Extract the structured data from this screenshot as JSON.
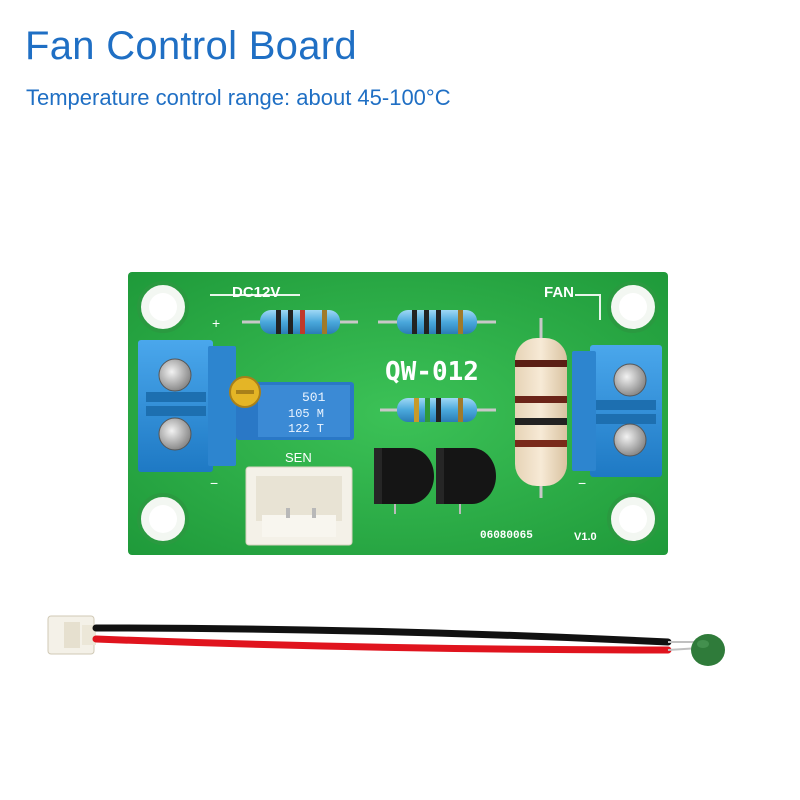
{
  "header": {
    "title": "Fan Control Board",
    "subtitle": "Temperature control range: about 45-100°C"
  },
  "board": {
    "silkscreen_power": "DC12V",
    "silkscreen_fan": "FAN",
    "model": "QW-012",
    "sensor_label": "SEN",
    "serial": "06080065",
    "version": "V1.0",
    "trimmer_line1": "501",
    "trimmer_line2": "105 M",
    "trimmer_line3": "122 T",
    "plus_sign": "+",
    "minus_sign": "−"
  },
  "colors": {
    "title": "#1f6fc4",
    "pcb": "#2fb34a",
    "terminal": "#2f8fd8",
    "wire_red": "#e0141e",
    "wire_black": "#111111",
    "thermistor": "#2f7b3a"
  }
}
